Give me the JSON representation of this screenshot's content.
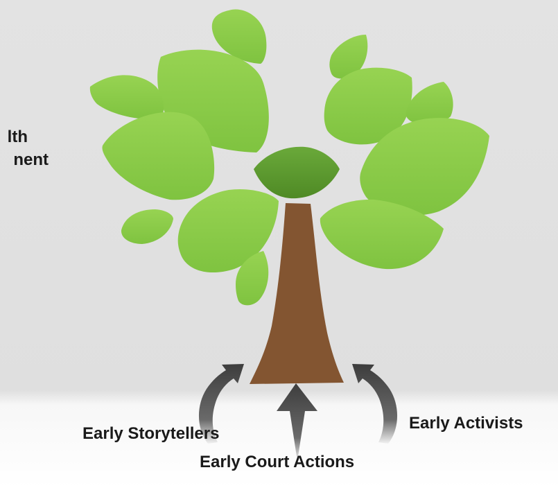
{
  "diagram": {
    "partial_text_line_1": "lth",
    "partial_text_line_2": "nent",
    "labels": {
      "left": "Early Storytellers",
      "center": "Early Court Actions",
      "right": "Early Activists"
    }
  },
  "colors": {
    "leaf_light": "#8fcd4b",
    "leaf_dark": "#5f9a2a",
    "trunk": "#835531",
    "arrow": "#4d4d4d",
    "text": "#1a1a1a"
  }
}
